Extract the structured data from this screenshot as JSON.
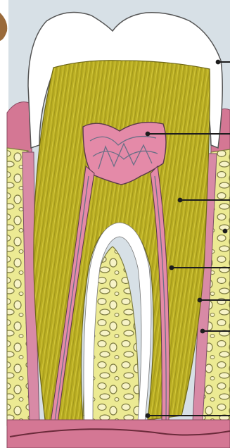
{
  "diagram": {
    "labels": [],
    "leader_lines": [
      {
        "target": "enamel"
      },
      {
        "target": "pulp-chamber"
      },
      {
        "target": "dentin"
      },
      {
        "target": "alveolar-bone"
      },
      {
        "target": "root-canal"
      },
      {
        "target": "cementum"
      },
      {
        "target": "periodontal-ligament"
      },
      {
        "target": "apical-foramen"
      }
    ],
    "colors": {
      "background": "#d7e0e6",
      "enamel": "#ffffff",
      "dentin": "#b9ad22",
      "dentin_stripe": "#d8cd42",
      "pulp": "#e48aa8",
      "gum": "#d47794",
      "bone": "#ecea93",
      "bone_outline": "#7c7a40",
      "vessel": "#6a6f86",
      "line": "#1d1d1d"
    }
  }
}
